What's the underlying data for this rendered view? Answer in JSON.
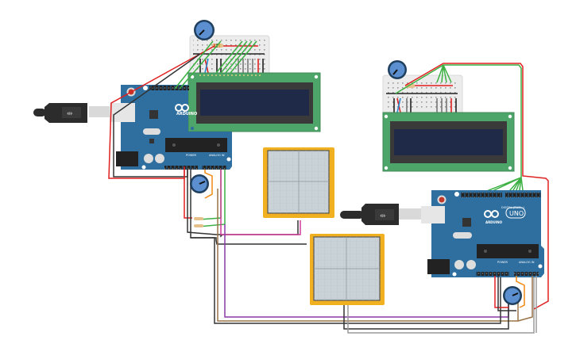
{
  "app": "Circuit editor canvas",
  "colors": {
    "board_blue": "#2f6fa0",
    "lcd_green": "#4ea56a",
    "lcd_screen": "#1e2a47",
    "pad_yellow": "#f0b020",
    "pad_grid": "#c9d2d6",
    "wire_red": "#e02020",
    "wire_black": "#333333",
    "wire_green": "#3cb043",
    "wire_orange": "#f08a10",
    "wire_magenta": "#d03a9a",
    "wire_purple": "#8a3aa8",
    "wire_brown": "#9a7448",
    "wire_gray": "#9a9a9a",
    "pot_blue": "#5b8fd0"
  },
  "boards": [
    {
      "name": "arduino-left",
      "brand": "ARDUINO",
      "model": "",
      "header_power": "POWER",
      "header_analog": "ANALOG IN"
    },
    {
      "name": "arduino-right",
      "brand": "ARDUINO",
      "model": "UNO",
      "header_digital": "DIGITAL (PWM~)",
      "header_power": "POWER",
      "header_analog": "ANALOG IN"
    }
  ],
  "components": {
    "lcds": [
      "LCD 16x2 (left)",
      "LCD 16x2 (right)"
    ],
    "pressure_pads": [
      "Force sensor pad 1",
      "Force sensor pad 2"
    ],
    "potentiometers": 4,
    "breadboards": 2,
    "usb_cables": 2
  }
}
